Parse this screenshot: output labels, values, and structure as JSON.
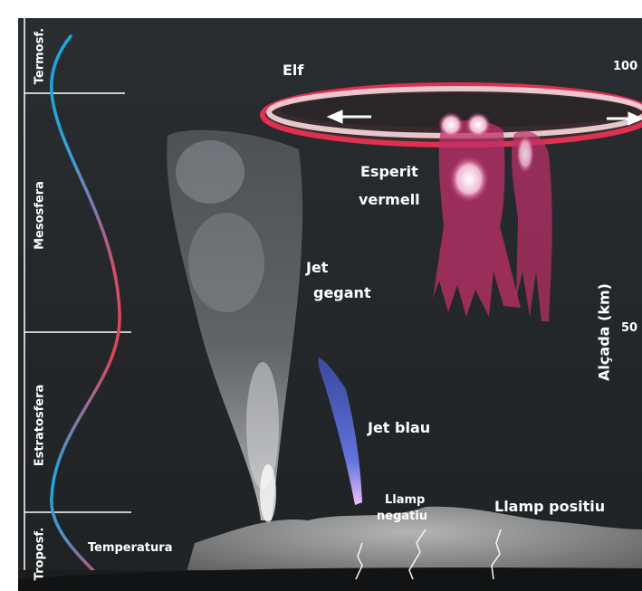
{
  "layers": {
    "thermosphere": "Termosf.",
    "mesosphere": "Mesosfera",
    "stratosphere": "Estratosfera",
    "troposphere": "Troposf."
  },
  "temperature_label": "Temperatura",
  "altitude_axis": {
    "label": "Alçada (km)",
    "tick_100": "100",
    "tick_50": "50"
  },
  "phenomena": {
    "elf": "Elf",
    "red_sprite_line1": "Esperit",
    "red_sprite_line2": "vermell",
    "gigantic_jet_line1": "Jet",
    "gigantic_jet_line2": "gegant",
    "blue_jet": "Jet blau",
    "negative_lightning_line1": "Llamp",
    "negative_lightning_line2": "negatiu",
    "positive_lightning": "Llamp positiu"
  },
  "colors": {
    "background": "#232628",
    "warm": "#e0445c",
    "cold": "#1aa8dc",
    "elf_ring": "#e0304f",
    "sprite": "#c0306a",
    "blue_jet": "#4a62e8",
    "border": "#ffffff"
  }
}
